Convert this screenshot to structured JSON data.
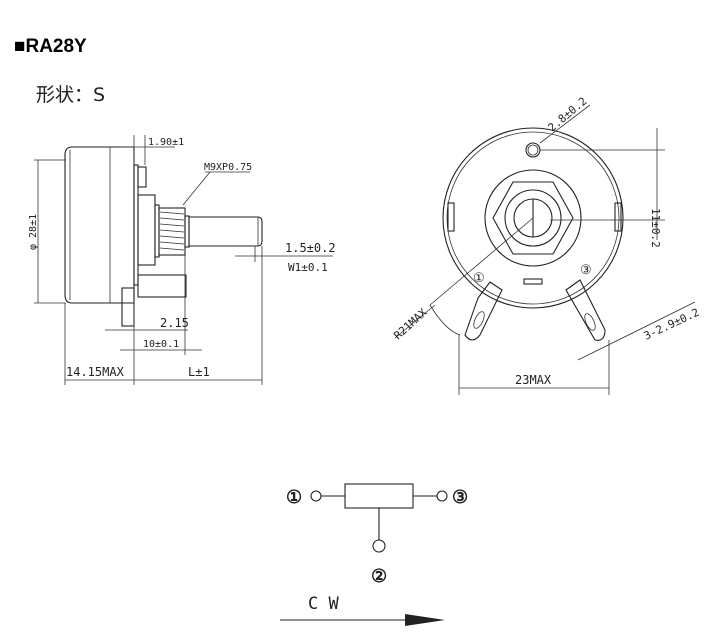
{
  "header": {
    "title": "■RA28Y",
    "shape_label": "形状：S"
  },
  "side_view": {
    "flange": "1.90±1",
    "thread": "M9XP0.75",
    "diameter": "φ 28±1",
    "flat": "1.5±0.2",
    "width": "W1±0.1",
    "d1": "2.15",
    "d2": "10±0.1",
    "body_len": "14.15MAX",
    "shaft_len": "L±1"
  },
  "front_view": {
    "hole": "2.8±0.2",
    "offset": "11±0.2",
    "radius": "R21MAX",
    "terminal_hole": "3-2.9±0.2",
    "width": "23MAX",
    "t1": "①",
    "t3": "③"
  },
  "schematic": {
    "t1": "①",
    "t2": "②",
    "t3": "③",
    "direction": "C W"
  }
}
